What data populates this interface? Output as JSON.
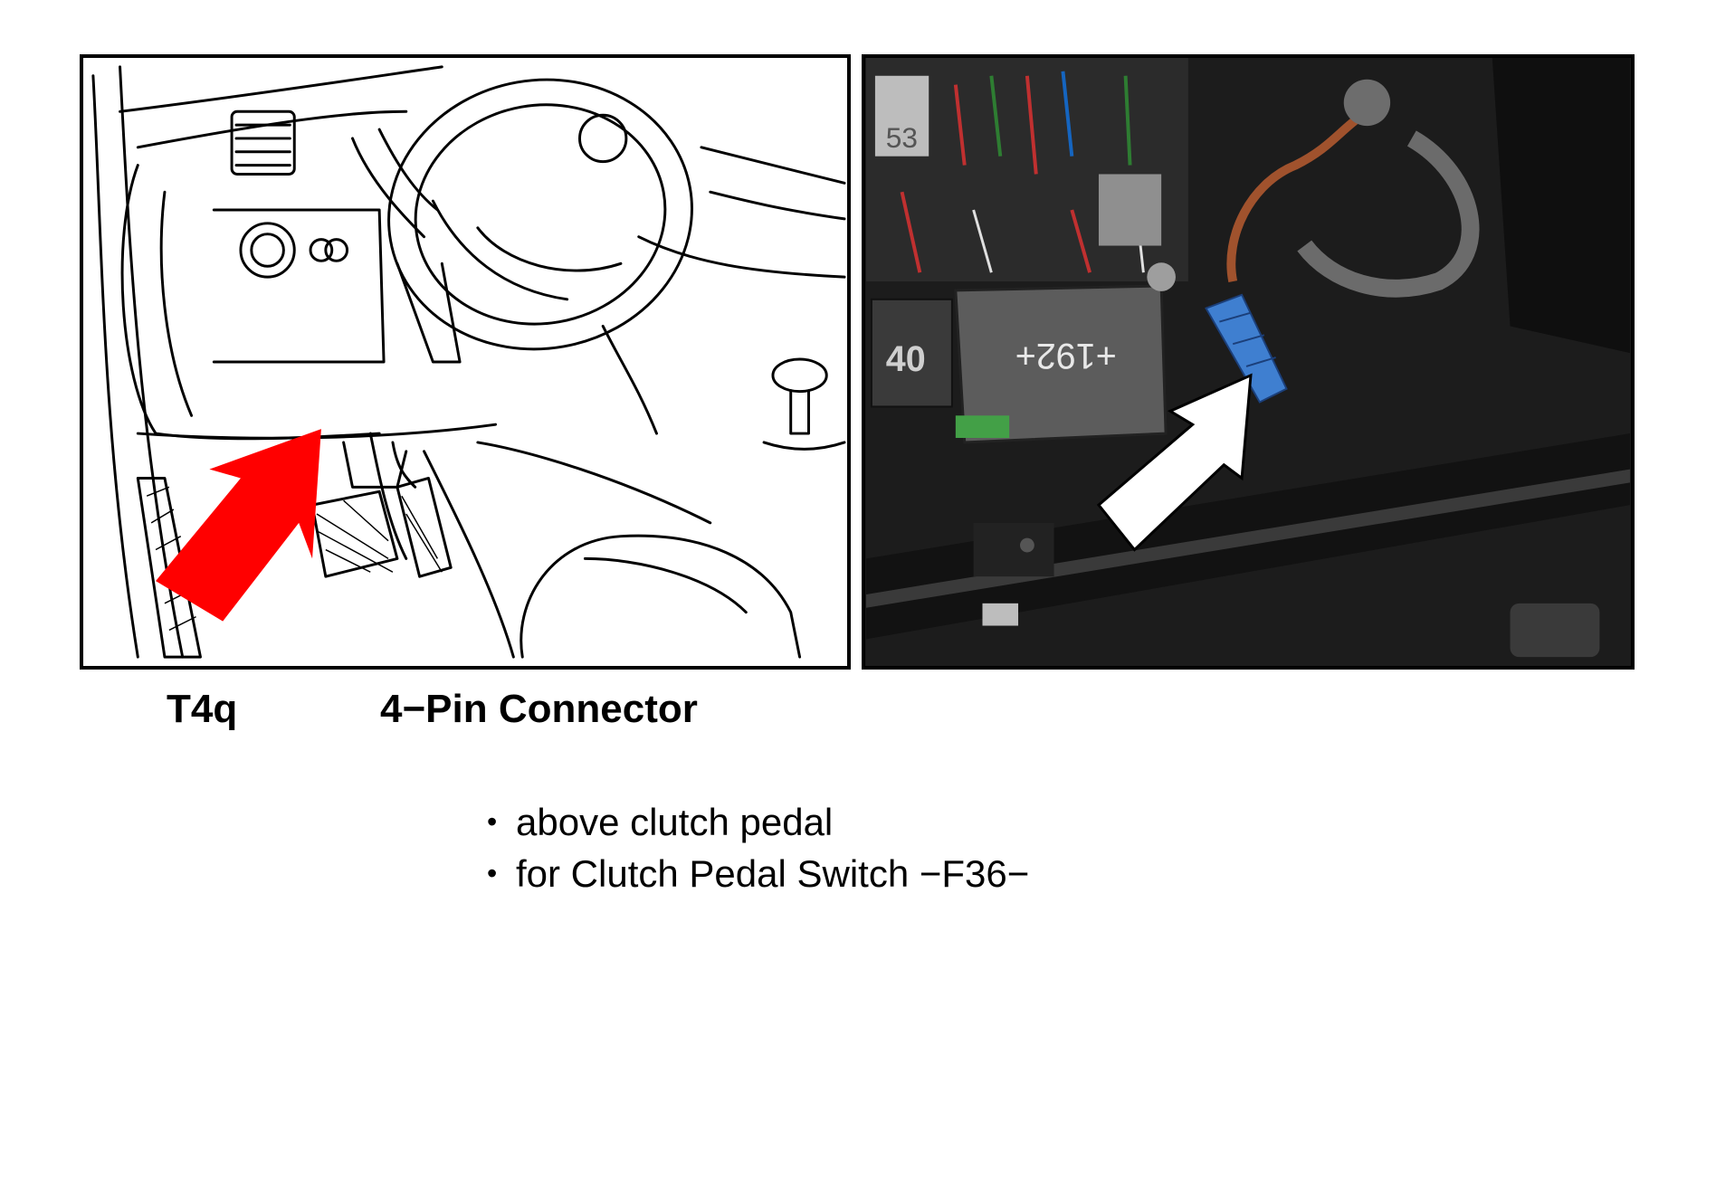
{
  "panels": {
    "left_illustration": "dashboard-line-drawing",
    "right_photo": "connector-photo",
    "arrow_color_left": "#ff0000",
    "arrow_color_right": "#ffffff",
    "photo_labels": {
      "relay_large": "+192+",
      "relay_small": "40",
      "fuse_box": "53"
    }
  },
  "caption": {
    "code": "T4q",
    "title": "4−Pin Connector"
  },
  "bullets": [
    {
      "marker": "•",
      "text": "above clutch pedal"
    },
    {
      "marker": "•",
      "text": "for Clutch Pedal Switch −F36−"
    }
  ]
}
